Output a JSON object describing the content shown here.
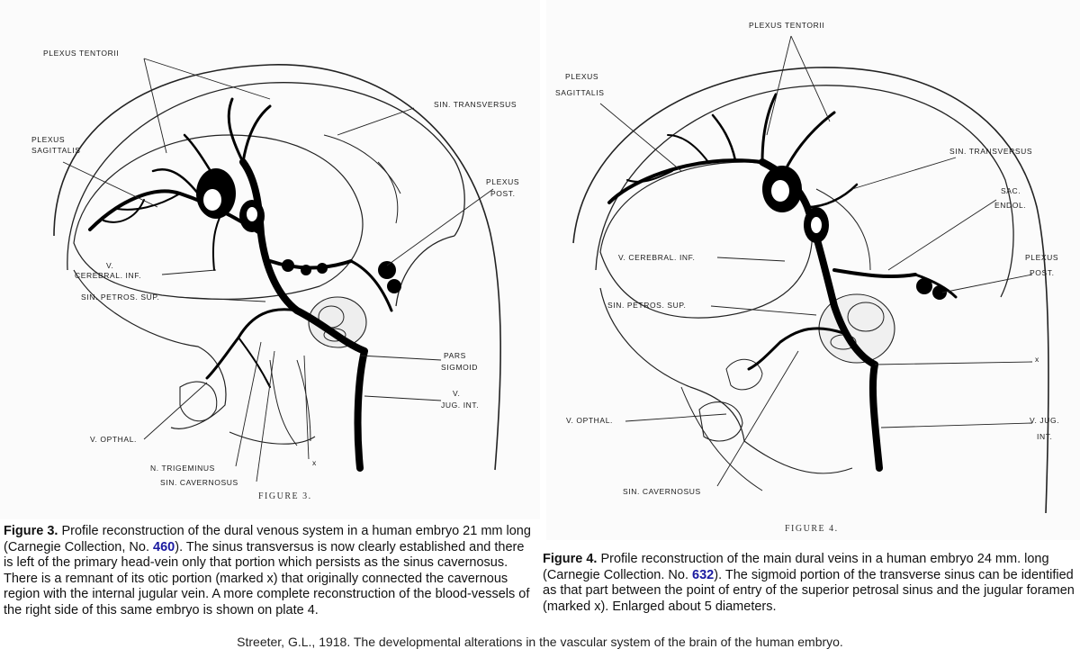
{
  "figure3": {
    "labels": {
      "plexus_tentorii": "PLEXUS TENTORII",
      "plexus_sagittalis_1": "PLEXUS",
      "plexus_sagittalis_2": "SAGITTALIS",
      "sin_transversus": "SIN. TRANSVERSUS",
      "plexus_post_1": "PLEXUS",
      "plexus_post_2": "POST.",
      "v_cerebral_inf_1": "V.",
      "v_cerebral_inf_2": "CEREBRAL. INF.",
      "sin_petros_sup": "SIN. PETROS. SUP.",
      "pars_sigmoid_1": "PARS",
      "pars_sigmoid_2": "SIGMOID",
      "v_jug_int_1": "V.",
      "v_jug_int_2": "JUG. INT.",
      "v_opthal": "V. OPTHAL.",
      "x_mark": "x",
      "n_trigeminus": "N. TRIGEMINUS",
      "sin_cavernosus": "SIN. CAVERNOSUS",
      "figure_label": "FIGURE 3."
    },
    "caption": {
      "title": "Figure 3.",
      "text_a": " Profile reconstruction of the dural venous system in a human embryo 21 mm long (Carnegie Collection, No. ",
      "number": "460",
      "text_b": "). The sinus transversus is now clearly established and there is left of the primary head-vein only that portion which persists as the sinus cavernosus. There is a remnant of its otic portion (marked x) that originally connected the cavernous region with the internal jugular vein. A more complete reconstruction of the blood-vessels of the right side of this same embryo is shown on plate 4."
    }
  },
  "figure4": {
    "labels": {
      "plexus_tentorii": "PLEXUS TENTORII",
      "plexus_sagittalis_1": "PLEXUS",
      "plexus_sagittalis_2": "SAGITTALIS",
      "sin_transversus": "SIN. TRANSVERSUS",
      "sac_endol_1": "SAC.",
      "sac_endol_2": "ENDOL.",
      "v_cerebral_inf": "V. CEREBRAL. INF.",
      "plexus_post_1": "PLEXUS",
      "plexus_post_2": "POST.",
      "sin_petros_sup": "SIN. PETROS. SUP.",
      "x_mark": "x",
      "v_opthal": "V. OPTHAL.",
      "v_jug_int_1": "V. JUG.",
      "v_jug_int_2": "INT.",
      "sin_cavernosus": "SIN. CAVERNOSUS",
      "figure_label": "FIGURE 4."
    },
    "caption": {
      "title": "Figure 4.",
      "text_a": " Profile reconstruction of the main dural veins in a human embryo 24 mm. long (Carnegie Collection. No. ",
      "number": "632",
      "text_b": "). The sigmoid portion of the transverse sinus can be identified as that part between the point of entry of the superior petrosal sinus and the jugular foramen (marked x). Enlarged about 5 diameters."
    }
  },
  "citation": "Streeter, G.L., 1918. The developmental alterations in the vascular system of the brain of the human embryo."
}
